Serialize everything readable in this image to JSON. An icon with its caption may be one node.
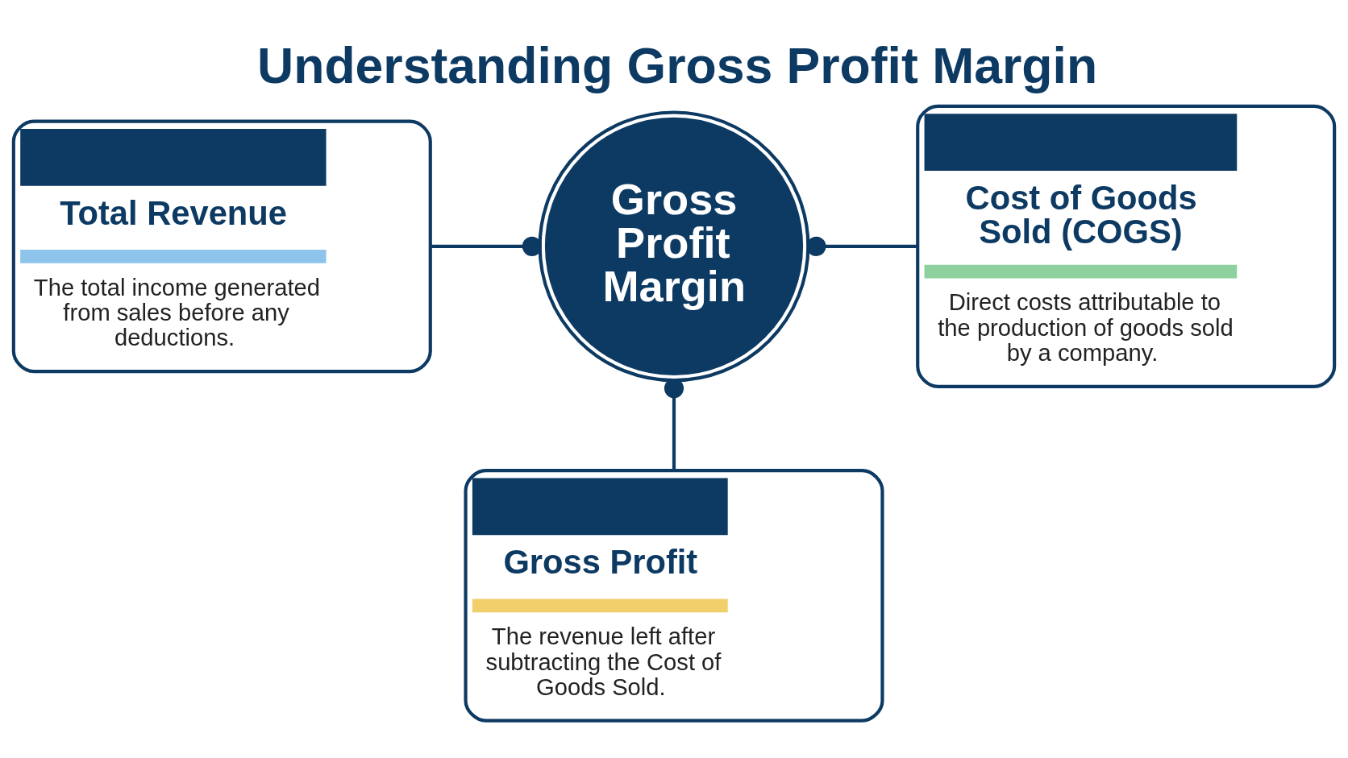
{
  "diagram": {
    "title": "Understanding Gross Profit Margin",
    "nodes": [
      {
        "text": [
          "Gross Profit Margin"
        ]
      },
      {
        "text": [
          "Total Revenue",
          "The total income generated from sales before any deductions."
        ]
      },
      {
        "text": [
          "Cost of Goods Sold (COGS)",
          "Direct costs attributable to the production of goods sold by a company."
        ]
      },
      {
        "text": [
          "Gross Profit",
          "The revenue left after subtracting the Cost of Goods Sold."
        ]
      }
    ],
    "edges": [
      {
        "from": 0,
        "to": 1,
        "arrow": "other"
      },
      {
        "from": 0,
        "to": 2,
        "arrow": "other"
      },
      {
        "from": 0,
        "to": 3,
        "arrow": "other"
      }
    ]
  }
}
